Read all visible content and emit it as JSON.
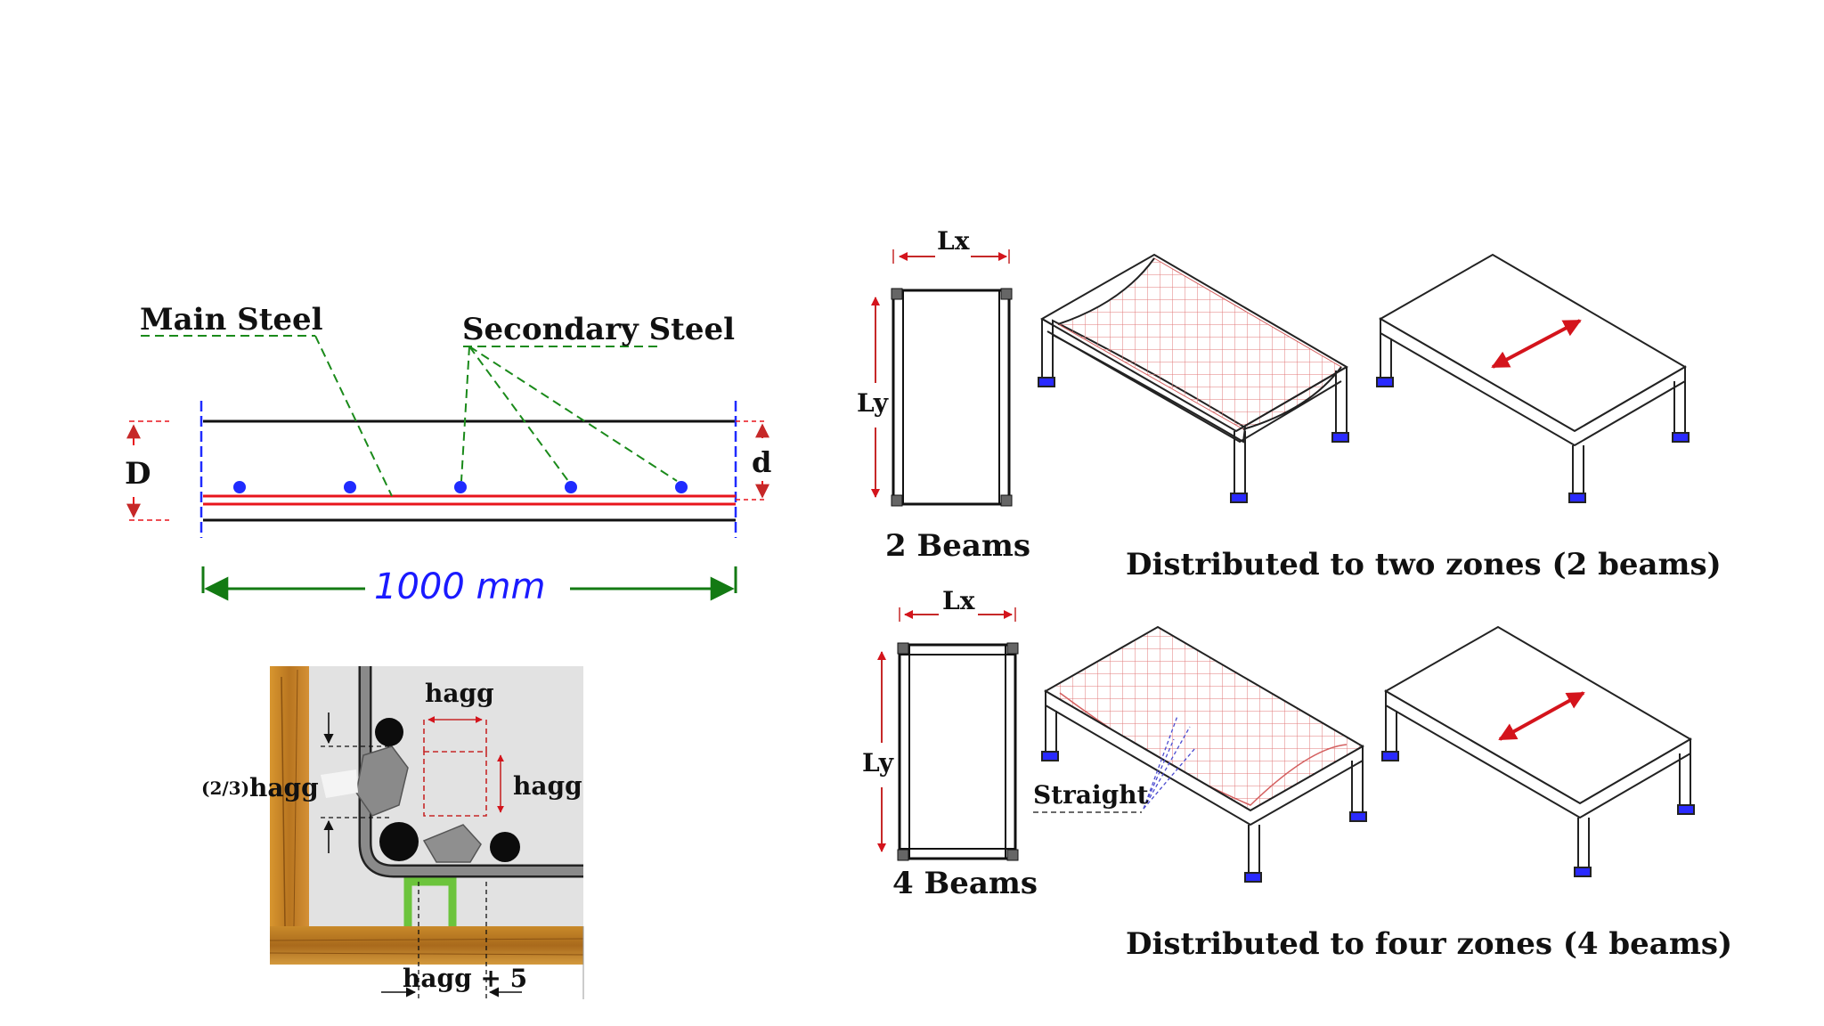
{
  "slab_section": {
    "main_steel_label": "Main Steel",
    "secondary_steel_label": "Secondary Steel",
    "depth_total_label": "D",
    "depth_effective_label": "d",
    "width_label": "1000 mm",
    "colors": {
      "main_steel": "#e8141c",
      "secondary_steel": "#1f2bff",
      "leader": "#1a8a1a",
      "dimension": "#137a13",
      "depth_marks": "#e8141c"
    }
  },
  "cover_detail": {
    "hagg_top": "hagg",
    "hagg_right": "hagg",
    "two_thirds_prefix": "(2/3)",
    "two_thirds_hagg": "hagg",
    "bottom_label": "hagg + 5",
    "colors": {
      "formwork": "#c98a2a",
      "concrete": "#e2e2e2",
      "bar": "#555555",
      "spacer": "#6cc43c",
      "guide": "#c62828"
    }
  },
  "two_beam_row": {
    "lx": "Lx",
    "ly": "Ly",
    "plan_caption": "2 Beams",
    "caption": "Distributed to two zones (2 beams)"
  },
  "four_beam_row": {
    "lx": "Lx",
    "ly": "Ly",
    "plan_caption": "4 Beams",
    "caption": "Distributed to four zones (4 beams)",
    "straight_label": "Straight"
  }
}
